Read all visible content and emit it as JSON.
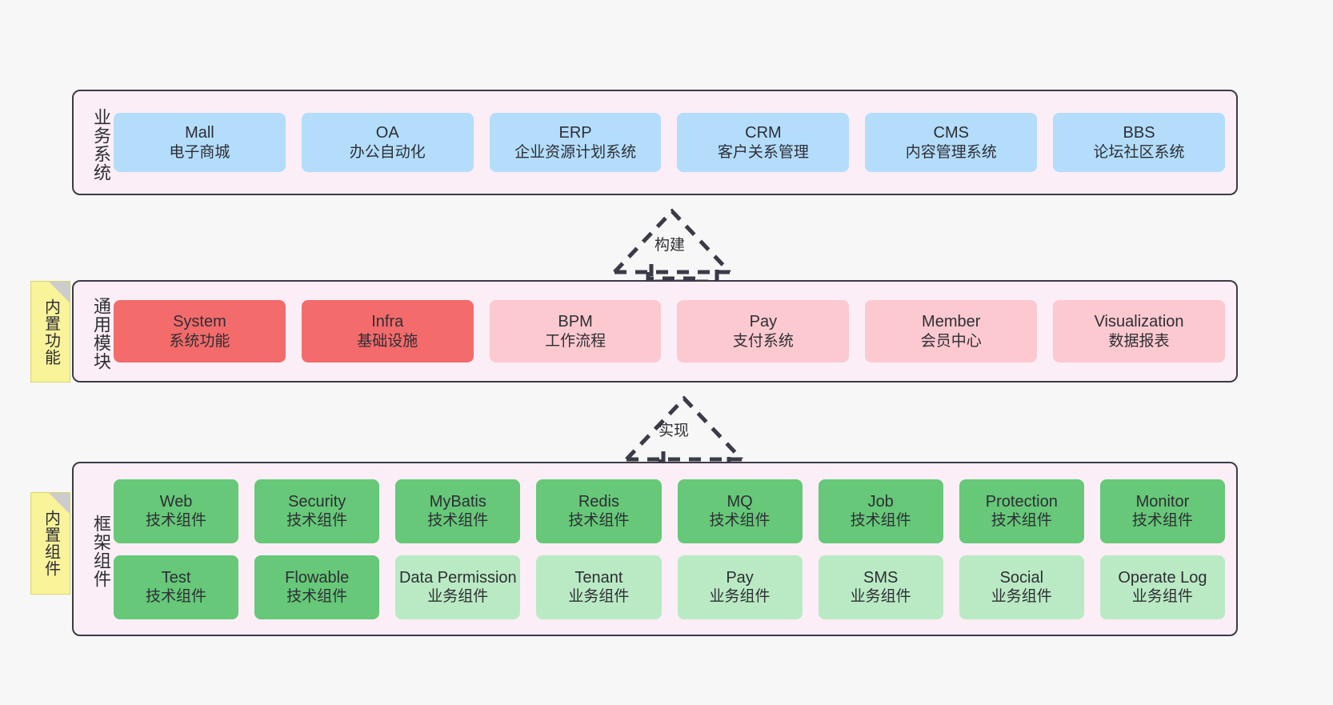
{
  "layers": [
    {
      "id": "business",
      "title": "业务系统",
      "color": "#b3ddfb",
      "rows": [
        {
          "nodes": [
            {
              "title": "Mall",
              "sub": "电子商城",
              "style": "c-blue"
            },
            {
              "title": "OA",
              "sub": "办公自动化",
              "style": "c-blue"
            },
            {
              "title": "ERP",
              "sub": "企业资源计划系统",
              "style": "c-blue"
            },
            {
              "title": "CRM",
              "sub": "客户关系管理",
              "style": "c-blue"
            },
            {
              "title": "CMS",
              "sub": "内容管理系统",
              "style": "c-blue"
            },
            {
              "title": "BBS",
              "sub": "论坛社区系统",
              "style": "c-blue"
            }
          ]
        }
      ]
    },
    {
      "id": "common",
      "title": "通用模块",
      "color": "#f46b6b",
      "rows": [
        {
          "nodes": [
            {
              "title": "System",
              "sub": "系统功能",
              "style": "c-red"
            },
            {
              "title": "Infra",
              "sub": "基础设施",
              "style": "c-red"
            },
            {
              "title": "BPM",
              "sub": "工作流程",
              "style": "c-pink"
            },
            {
              "title": "Pay",
              "sub": "支付系统",
              "style": "c-pink"
            },
            {
              "title": "Member",
              "sub": "会员中心",
              "style": "c-pink"
            },
            {
              "title": "Visualization",
              "sub": "数据报表",
              "style": "c-pink"
            }
          ]
        }
      ]
    },
    {
      "id": "framework",
      "title": "框架组件",
      "color": "#66c878",
      "rows": [
        {
          "nodes": [
            {
              "title": "Web",
              "sub": "技术组件",
              "style": "c-green"
            },
            {
              "title": "Security",
              "sub": "技术组件",
              "style": "c-green"
            },
            {
              "title": "MyBatis",
              "sub": "技术组件",
              "style": "c-green"
            },
            {
              "title": "Redis",
              "sub": "技术组件",
              "style": "c-green"
            },
            {
              "title": "MQ",
              "sub": "技术组件",
              "style": "c-green"
            },
            {
              "title": "Job",
              "sub": "技术组件",
              "style": "c-green"
            },
            {
              "title": "Protection",
              "sub": "技术组件",
              "style": "c-green"
            },
            {
              "title": "Monitor",
              "sub": "技术组件",
              "style": "c-green"
            }
          ]
        },
        {
          "nodes": [
            {
              "title": "Test",
              "sub": "技术组件",
              "style": "c-green"
            },
            {
              "title": "Flowable",
              "sub": "技术组件",
              "style": "c-green"
            },
            {
              "title": "Data Permission",
              "sub": "业务组件",
              "style": "c-lightgreen"
            },
            {
              "title": "Tenant",
              "sub": "业务组件",
              "style": "c-lightgreen"
            },
            {
              "title": "Pay",
              "sub": "业务组件",
              "style": "c-lightgreen"
            },
            {
              "title": "SMS",
              "sub": "业务组件",
              "style": "c-lightgreen"
            },
            {
              "title": "Social",
              "sub": "业务组件",
              "style": "c-lightgreen"
            },
            {
              "title": "Operate Log",
              "sub": "业务组件",
              "style": "c-lightgreen"
            }
          ]
        }
      ]
    }
  ],
  "notes": [
    {
      "id": "builtin-func",
      "text": "内置功能"
    },
    {
      "id": "builtin-comp",
      "text": "内置组件"
    }
  ],
  "arrows": [
    {
      "id": "build",
      "label": "构建"
    },
    {
      "id": "realize",
      "label": "实现"
    }
  ],
  "colors": {
    "canvas": "#f7f7f7",
    "layer_fill": "#fbeef6",
    "layer_stroke": "#3b3b47",
    "note_fill": "#f9f39a",
    "note_fold": "#cccccc",
    "arrow_stroke": "#3b3b47",
    "business_node": "#b3ddfb",
    "common_node_strong": "#f46b6b",
    "common_node_soft": "#fbc9cf",
    "framework_tech": "#66c878",
    "framework_biz": "#baeac4"
  }
}
